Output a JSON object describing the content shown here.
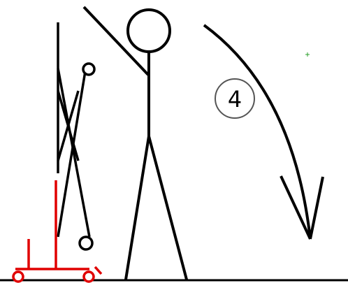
{
  "diagram": {
    "step_number": "4",
    "colors": {
      "figure": "#000000",
      "frame": "#000000",
      "base_stand": "#e00000",
      "step_circle": "#555555",
      "marker": "#2ca02c",
      "background": "#ffffff"
    },
    "elements": {
      "stick_figure": "stick-figure",
      "folding_frame": "folding-frame",
      "wheeled_base": "wheeled-base",
      "motion_arrow": "curved-motion-arrow"
    }
  }
}
